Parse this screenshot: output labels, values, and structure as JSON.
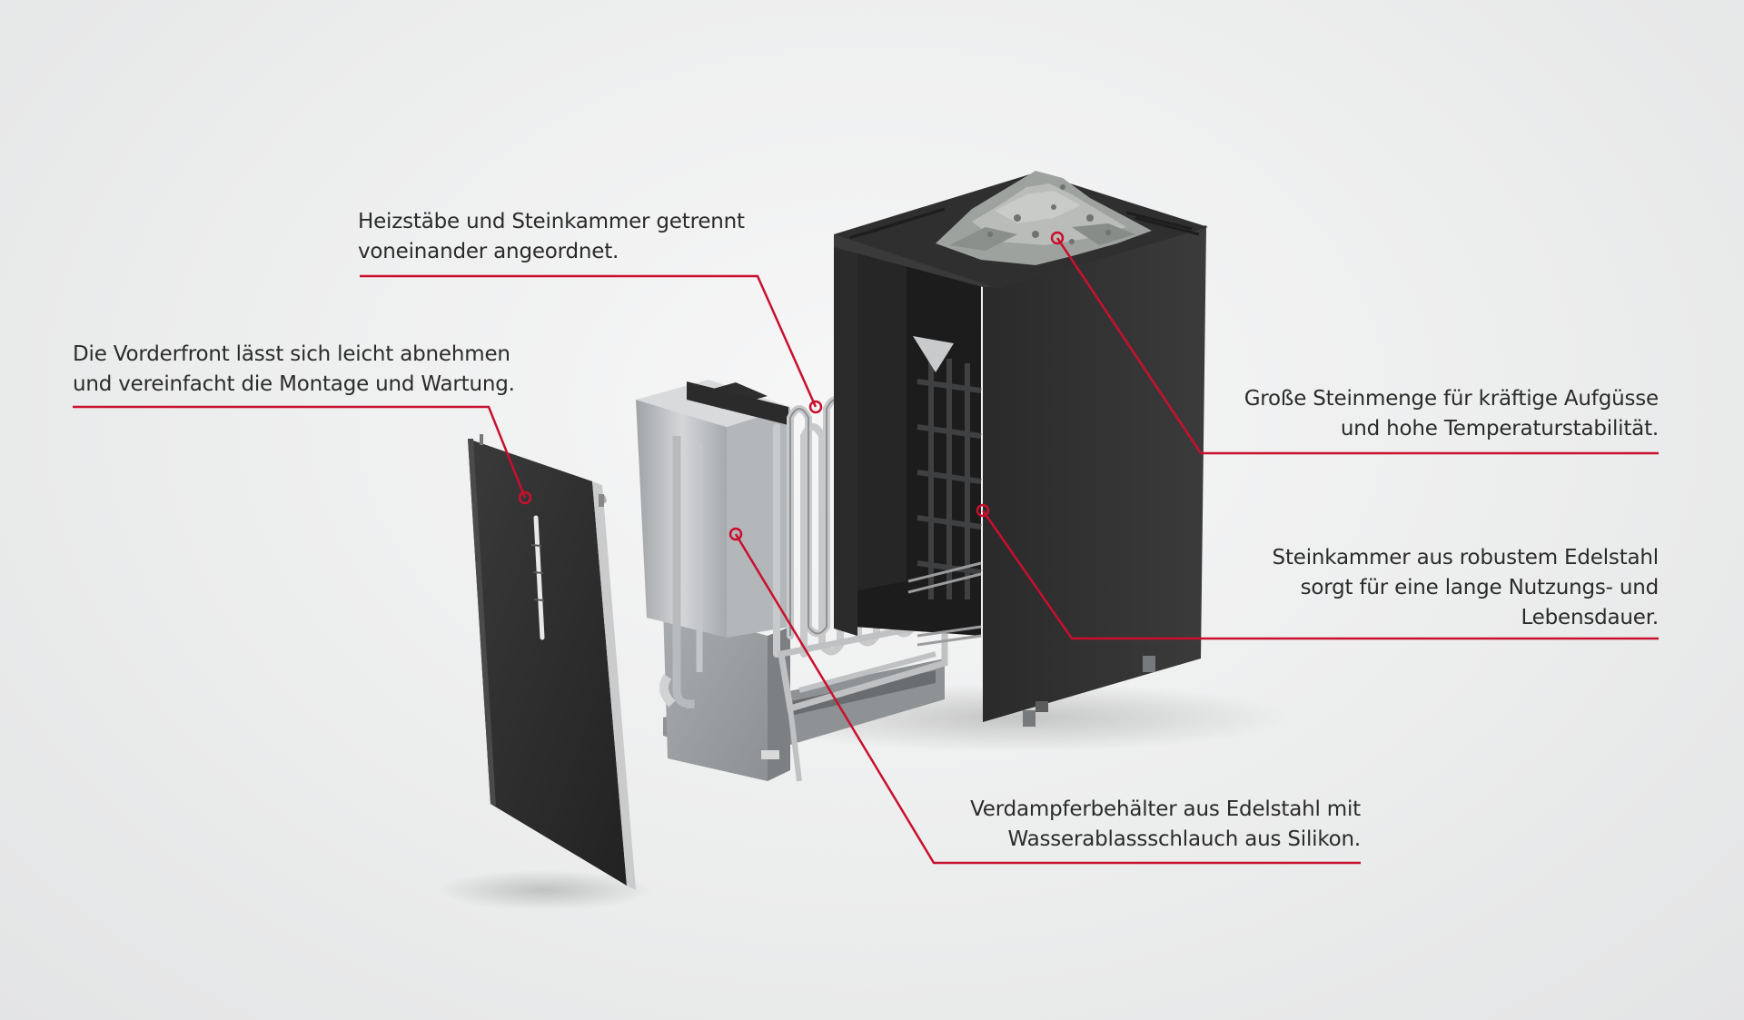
{
  "colors": {
    "accent_line": "#c8102e",
    "heater_body": "#2e2e2f",
    "steel": "#b9bcbf",
    "stones": "#9ea29f"
  },
  "callouts": [
    {
      "id": "vorderfront",
      "text": "Die Vorderfront lässt sich leicht abnehmen\nund vereinfacht die Montage und Wartung."
    },
    {
      "id": "heizstaebe",
      "text": "Heizstäbe und Steinkammer getrennt\nvoneinander angeordnet."
    },
    {
      "id": "steinmenge",
      "text": "Große Steinmenge für kräftige Aufgüsse\nund hohe Temperaturstabilität."
    },
    {
      "id": "steinkammer",
      "text": "Steinkammer aus robustem Edelstahl\nsorgt für eine lange Nutzungs- und\nLebensdauer."
    },
    {
      "id": "verdampfer",
      "text": "Verdampferbehälter aus Edelstahl mit\nWasserablassschlauch aus Silikon."
    }
  ]
}
